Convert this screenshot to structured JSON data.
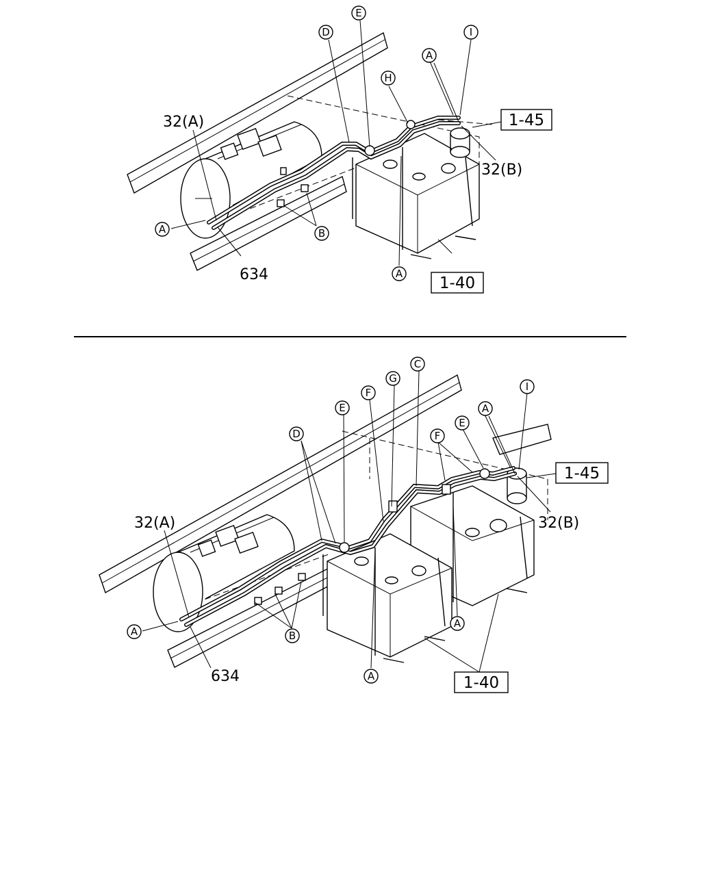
{
  "top_view": {
    "part_labels": {
      "p32a": "32(A)",
      "p32b": "32(B)",
      "p634": "634"
    },
    "callouts": {
      "D": "D",
      "E": "E",
      "H": "H",
      "A1": "A",
      "I": "I",
      "A2": "A",
      "B": "B",
      "A3": "A"
    },
    "refs": {
      "r145": "1-45",
      "r140": "1-40"
    }
  },
  "bottom_view": {
    "part_labels": {
      "p32a": "32(A)",
      "p32b": "32(B)",
      "p634": "634"
    },
    "callouts": {
      "D": "D",
      "E1": "E",
      "F1": "F",
      "G": "G",
      "C": "C",
      "A1": "A",
      "I": "I",
      "F2": "F",
      "E2": "E",
      "A2": "A",
      "B": "B",
      "A3": "A",
      "A4": "A"
    },
    "refs": {
      "r145": "1-45",
      "r140": "1-40"
    }
  }
}
